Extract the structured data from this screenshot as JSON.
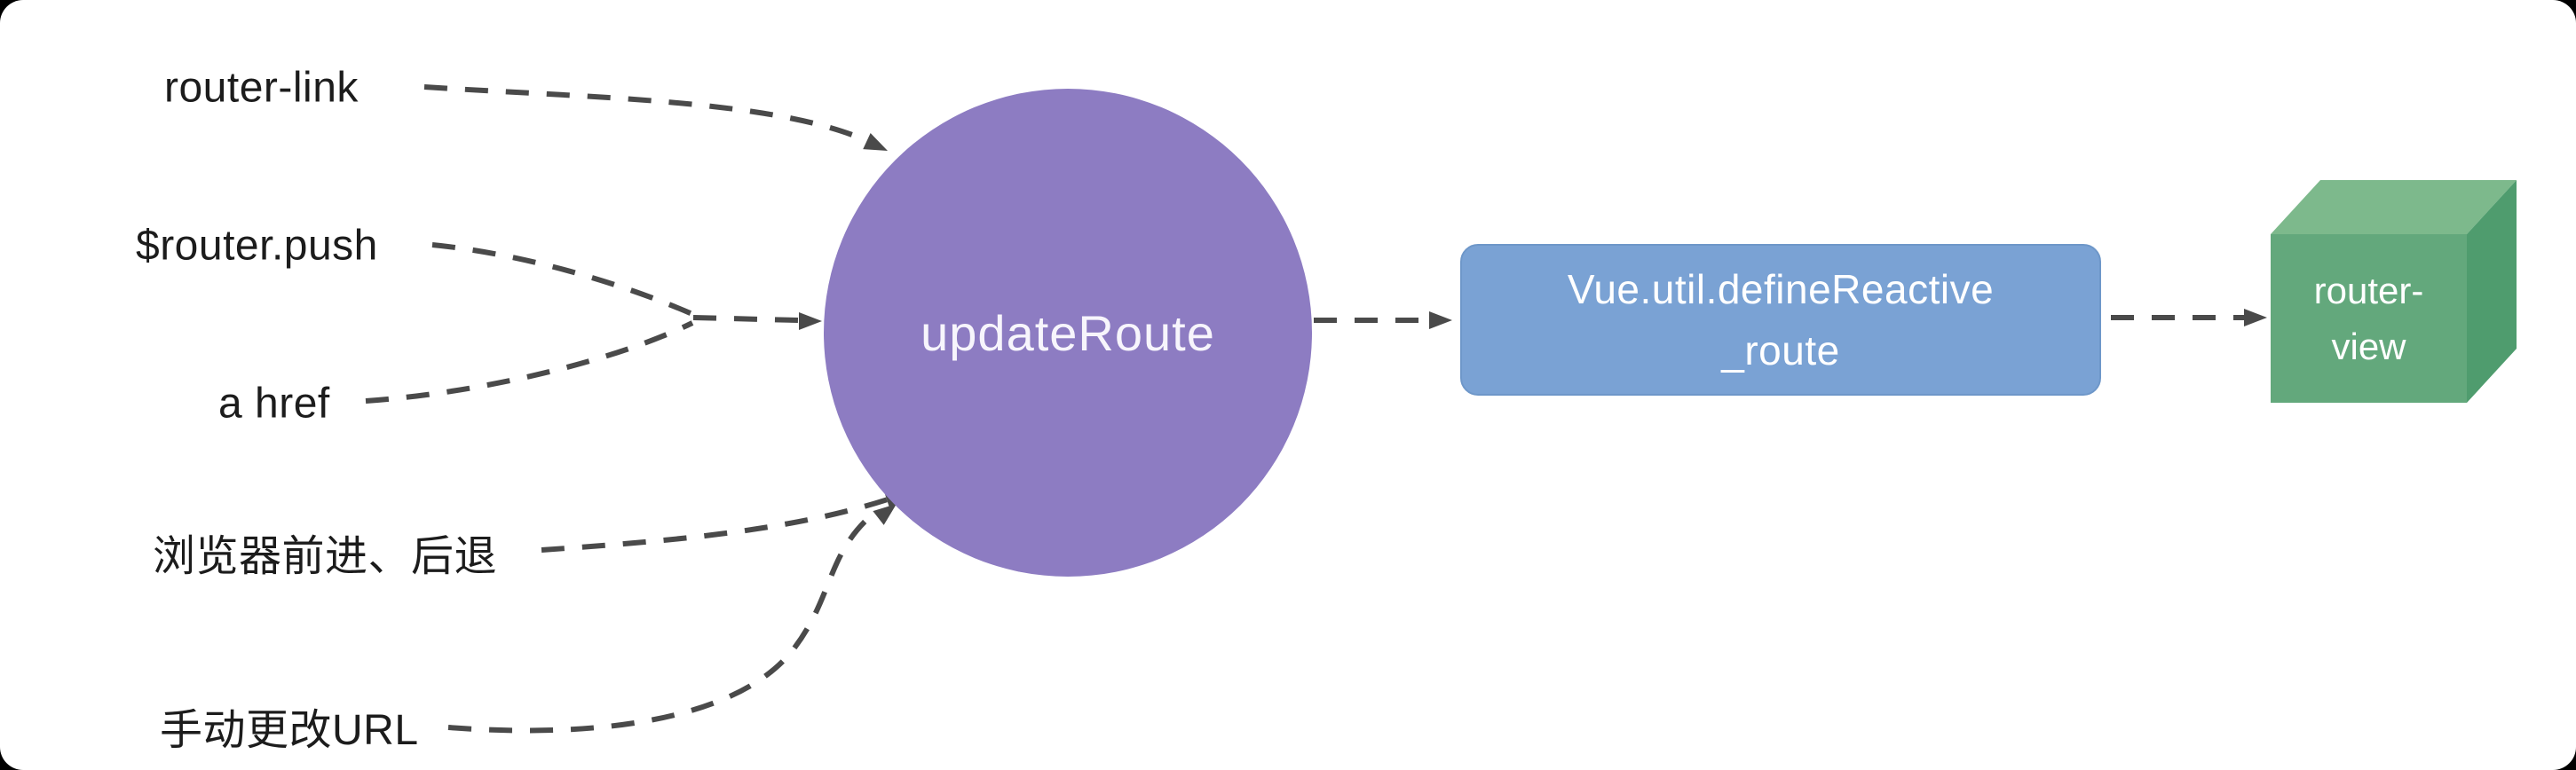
{
  "palette": {
    "background": "#000000",
    "surface": "#ffffff",
    "connector": "#4a4a4a",
    "label_text": "#1c1c1c",
    "circle_fill": "#8d7cc2",
    "rect_fill": "#7aa2d4",
    "cube_front": "#63a87c",
    "cube_top": "#7db98c",
    "cube_side": "#4f9c6e"
  },
  "sources": [
    {
      "id": "router-link",
      "label": "router-link"
    },
    {
      "id": "router-push",
      "label": "$router.push"
    },
    {
      "id": "a-href",
      "label": "a href"
    },
    {
      "id": "browser-nav",
      "label": "浏览器前进、后退"
    },
    {
      "id": "manual-url",
      "label": "手动更改URL"
    }
  ],
  "nodes": {
    "update_route": {
      "label": "updateRoute"
    },
    "define_reactive": {
      "label_line1": "Vue.util.defineReactive",
      "label_line2": "_route"
    },
    "router_view": {
      "label_line1": "router-",
      "label_line2": "view"
    }
  }
}
